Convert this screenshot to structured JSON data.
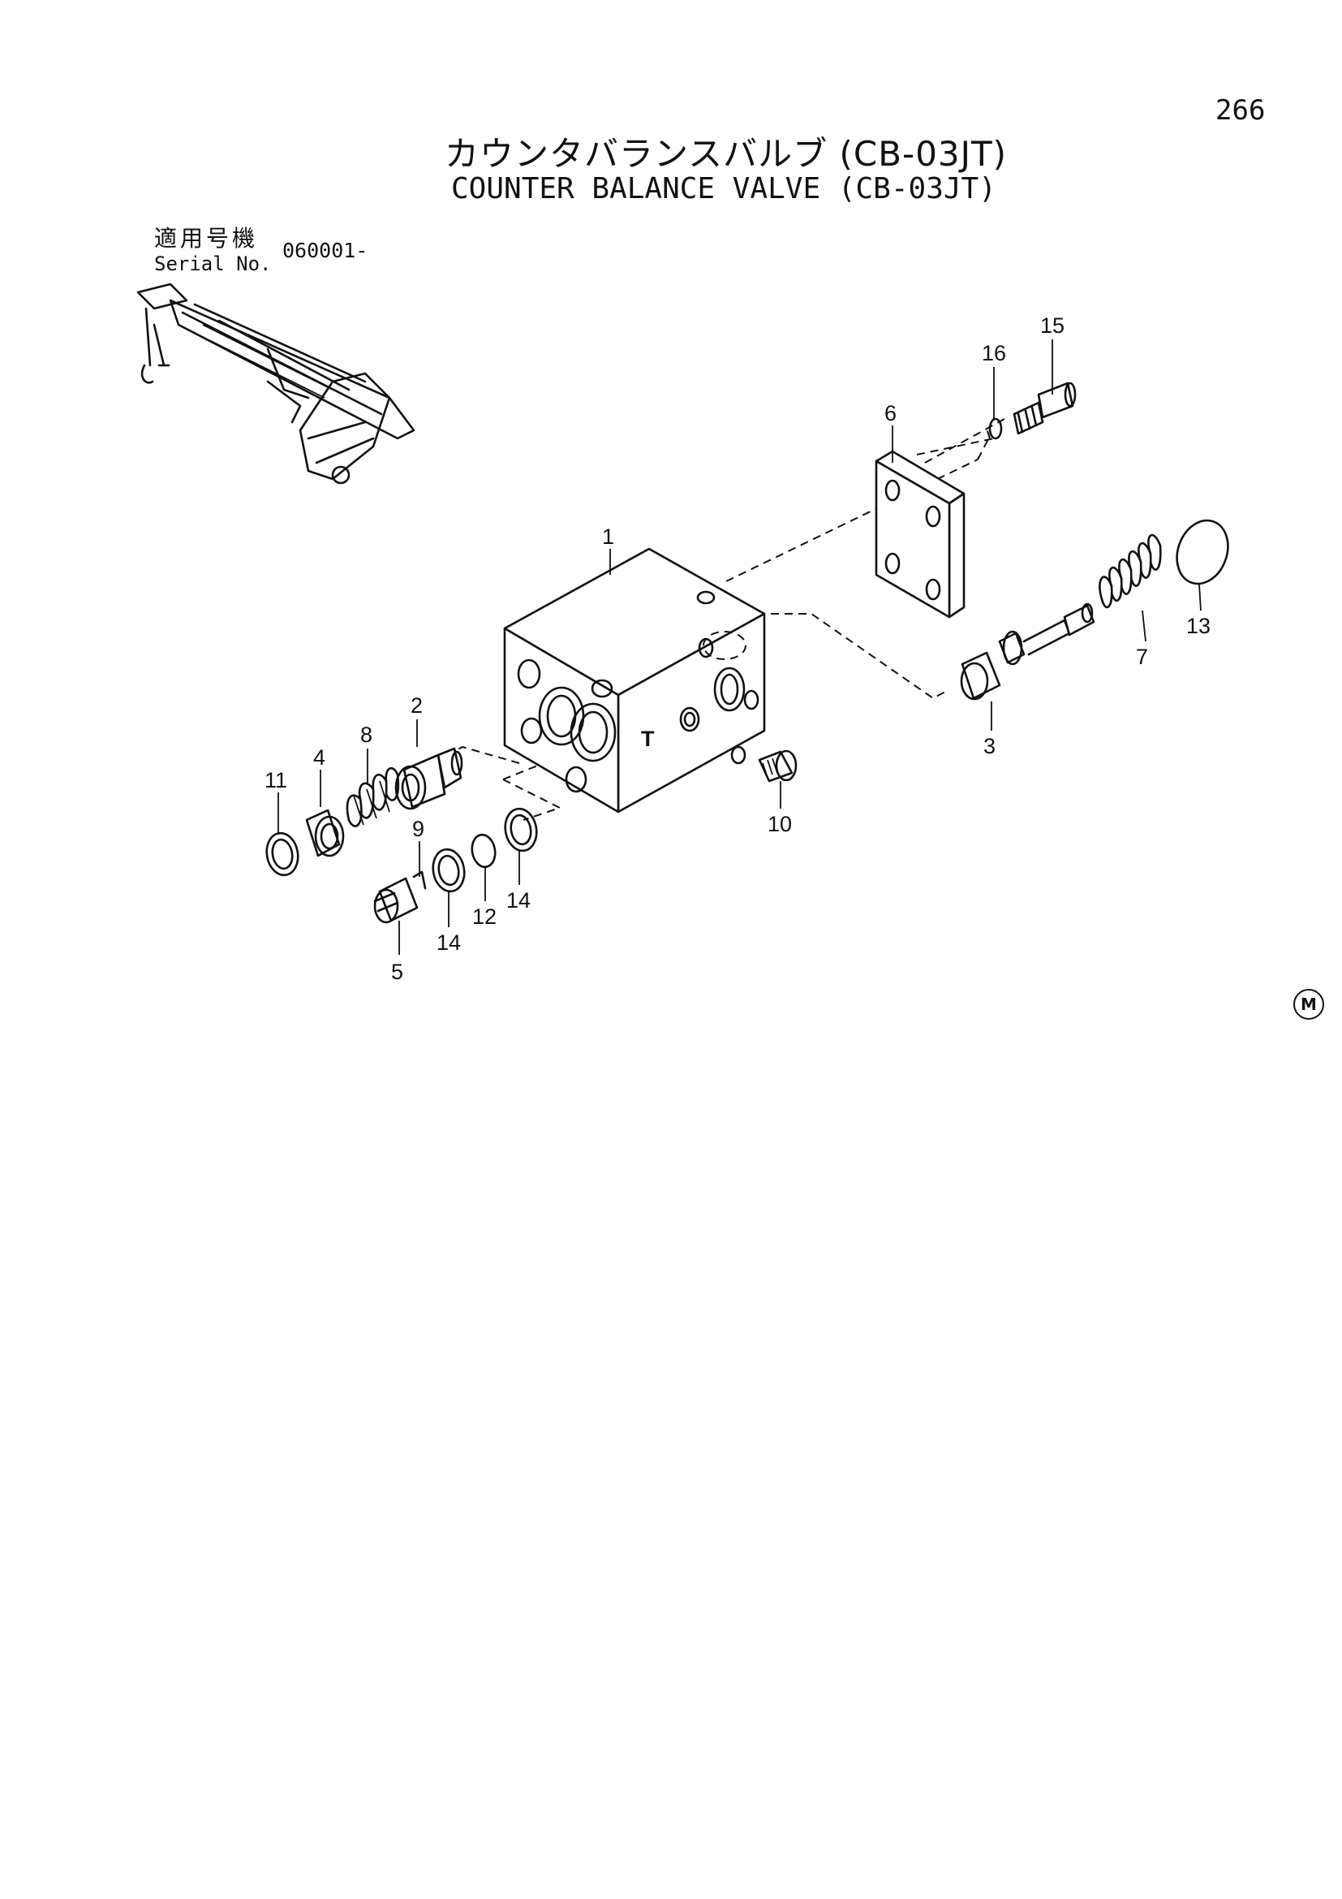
{
  "page": {
    "number": "266",
    "title_ja": "カウンタバランスバルブ (CB-03JT)",
    "title_en": "COUNTER BALANCE VALVE (CB-03JT)",
    "serial_label_ja": "適用号機",
    "serial_label_en": "Serial No.",
    "serial_value": "060001-",
    "mark": "M"
  },
  "diagram": {
    "block_marking": "T",
    "callouts": [
      "1",
      "2",
      "3",
      "4",
      "5",
      "6",
      "7",
      "8",
      "9",
      "10",
      "11",
      "12",
      "13",
      "14",
      "14",
      "15",
      "16"
    ]
  }
}
